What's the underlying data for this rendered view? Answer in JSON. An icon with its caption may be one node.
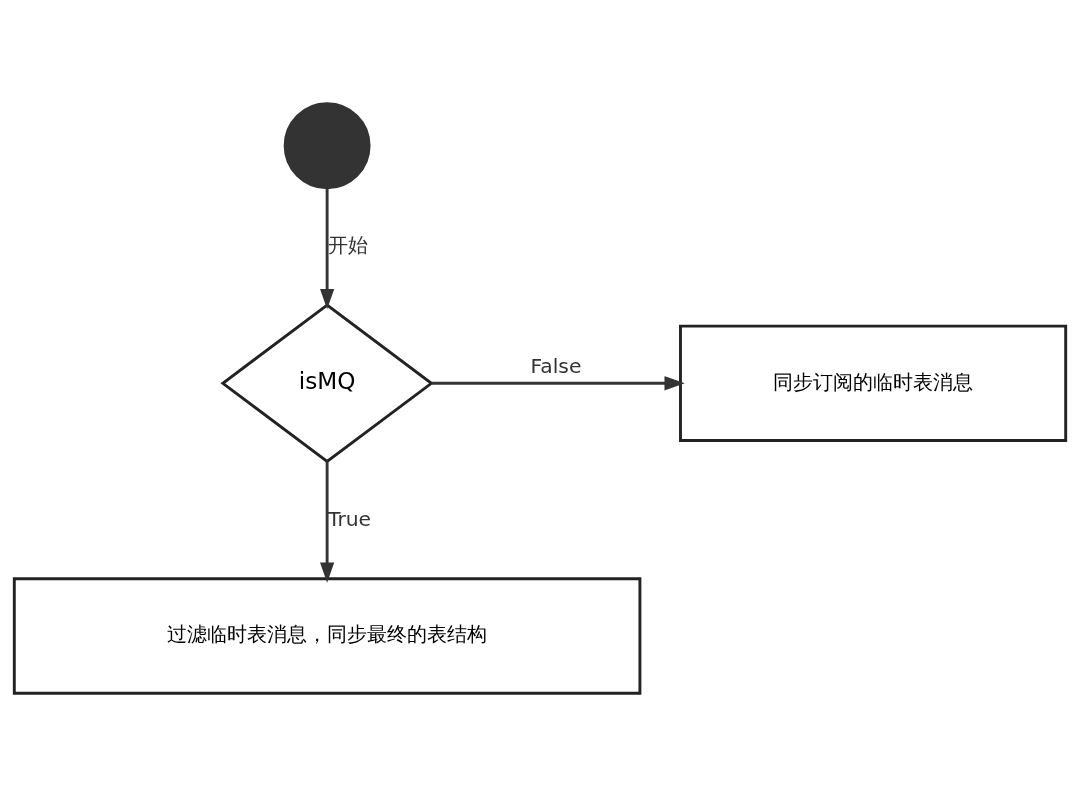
{
  "diagram": {
    "nodes": [
      {
        "text": [],
        "shape": "circle"
      },
      {
        "text": [
          "isMQ"
        ]
      },
      {
        "text": [
          "同步订阅的临时表消息"
        ]
      },
      {
        "text": [
          "过滤临时表消息，同步最终的表结构"
        ]
      }
    ],
    "edges": [
      {
        "from": 0,
        "to": 1,
        "arrow": "to",
        "label": "开始"
      },
      {
        "from": 1,
        "to": 2,
        "arrow": "to",
        "label": "False"
      },
      {
        "from": 1,
        "to": 3,
        "arrow": "to",
        "label": "True"
      }
    ]
  }
}
